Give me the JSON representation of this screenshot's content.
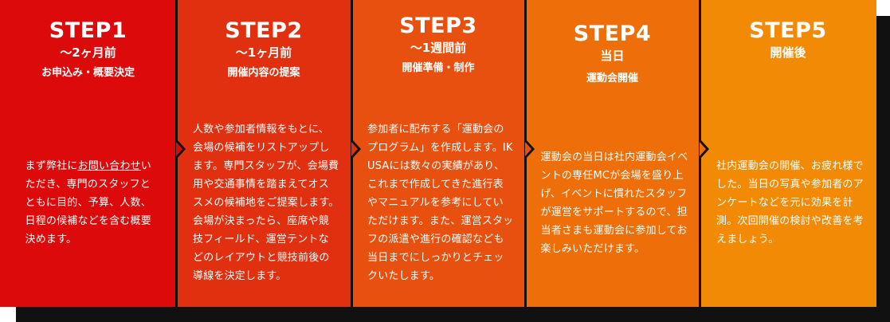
{
  "colors": {
    "step1": "#dc0a0a",
    "step2": "#e13010",
    "step3": "#e85010",
    "step4": "#ee6e0a",
    "step5": "#f28a06",
    "shadow": "#111111"
  },
  "steps": [
    {
      "title": "STEP1",
      "when": "〜2ヶ月前",
      "subtitle": "お申込み・概要決定",
      "body_before": "まず弊社に",
      "link": "お問い合わせ",
      "body_after": "いただき、専門のスタッフとともに目的、予算、人数、日程の候補などを含む概要決めます。"
    },
    {
      "title": "STEP2",
      "when": "〜1ヶ月前",
      "subtitle": "開催内容の提案",
      "body": "人数や参加者情報をもとに、会場の候補をリストアップします。専門スタッフが、会場費用や交通事情を踏まえてオススメの候補地をご提案します。会場が決まったら、座席や競技フィールド、運営テントなどのレイアウトと競技前後の導線を決定します。"
    },
    {
      "title": "STEP3",
      "when": "〜1週間前",
      "subtitle": "開催準備・制作",
      "body": "参加者に配布する「運動会のプログラム」を作成します。IKUSAには数々の実績があり、これまで作成してきた進行表やマニュアルを参考にしていただけます。また、運営スタッフの派遣や進行の確認なども当日までにしっかりとチェックいたします。"
    },
    {
      "title": "STEP4",
      "when": "当日",
      "subtitle": "運動会開催",
      "body": "運動会の当日は社内運動会イベントの専任MCが会場を盛り上げ、イベントに慣れたスタッフが運営をサポートするので、担当者さまも運動会に参加してお楽しみいただけます。"
    },
    {
      "title": "STEP5",
      "when": "開催後",
      "subtitle": "",
      "body": "社内運動会の開催、お疲れ様でした。当日の写真や参加者のアンケートなどを元に効果を計測。次回開催の検討や改善を考えましょう。"
    }
  ]
}
